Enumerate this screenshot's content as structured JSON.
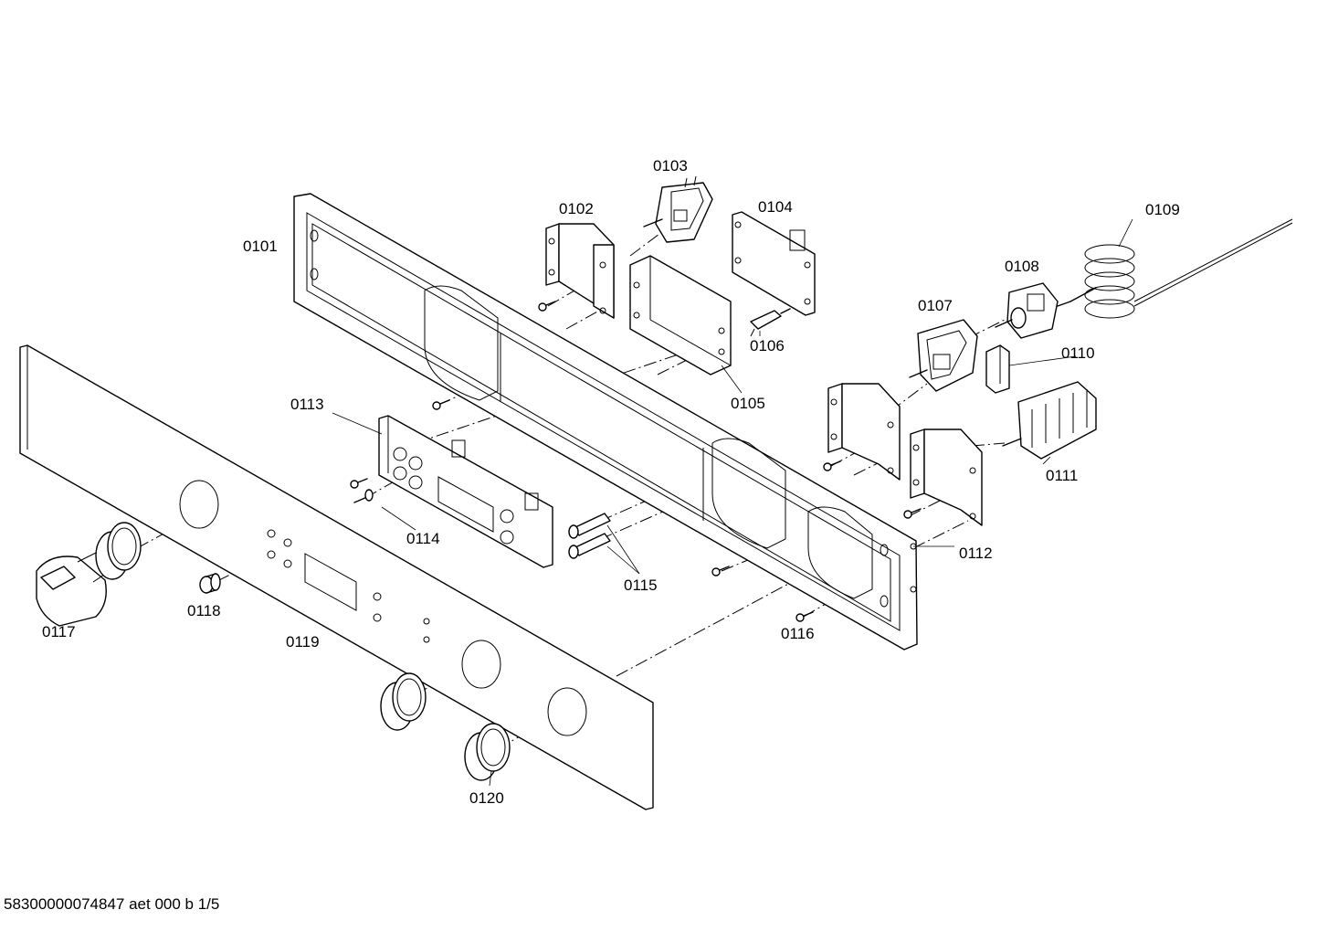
{
  "labels": {
    "p0101": "0101",
    "p0102": "0102",
    "p0103": "0103",
    "p0104": "0104",
    "p0105": "0105",
    "p0106": "0106",
    "p0107": "0107",
    "p0108": "0108",
    "p0109": "0109",
    "p0110": "0110",
    "p0111": "0111",
    "p0112": "0112",
    "p0113": "0113",
    "p0114": "0114",
    "p0115": "0115",
    "p0116": "0116",
    "p0117": "0117",
    "p0118": "0118",
    "p0119": "0119",
    "p0120": "0120"
  },
  "footer": "58300000074847 aet 000 b 1/5"
}
